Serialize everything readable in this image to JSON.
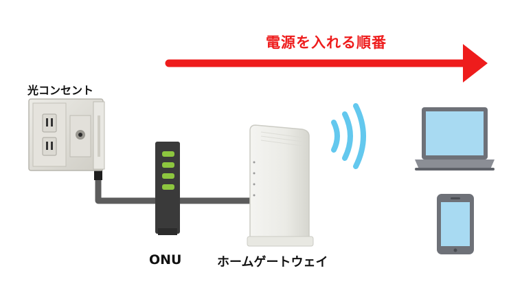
{
  "title": "電源を入れる順番",
  "colors": {
    "arrow": "#ee1c1c",
    "cable": "#5c5c5c",
    "onu_body": "#3a3a3a",
    "onu_led": "#8dc63f",
    "wifi": "#63c8ee",
    "device_screen": "#a8daf2",
    "device_frame": "#6e7178"
  },
  "devices": {
    "outlet": {
      "label": "光コンセント",
      "icon": "optical-outlet"
    },
    "onu": {
      "label": "ONU",
      "icon": "onu-box"
    },
    "home_gateway": {
      "label": "ホームゲートウェイ",
      "icon": "router"
    },
    "laptop": {
      "icon": "laptop"
    },
    "smartphone": {
      "icon": "smartphone"
    }
  }
}
